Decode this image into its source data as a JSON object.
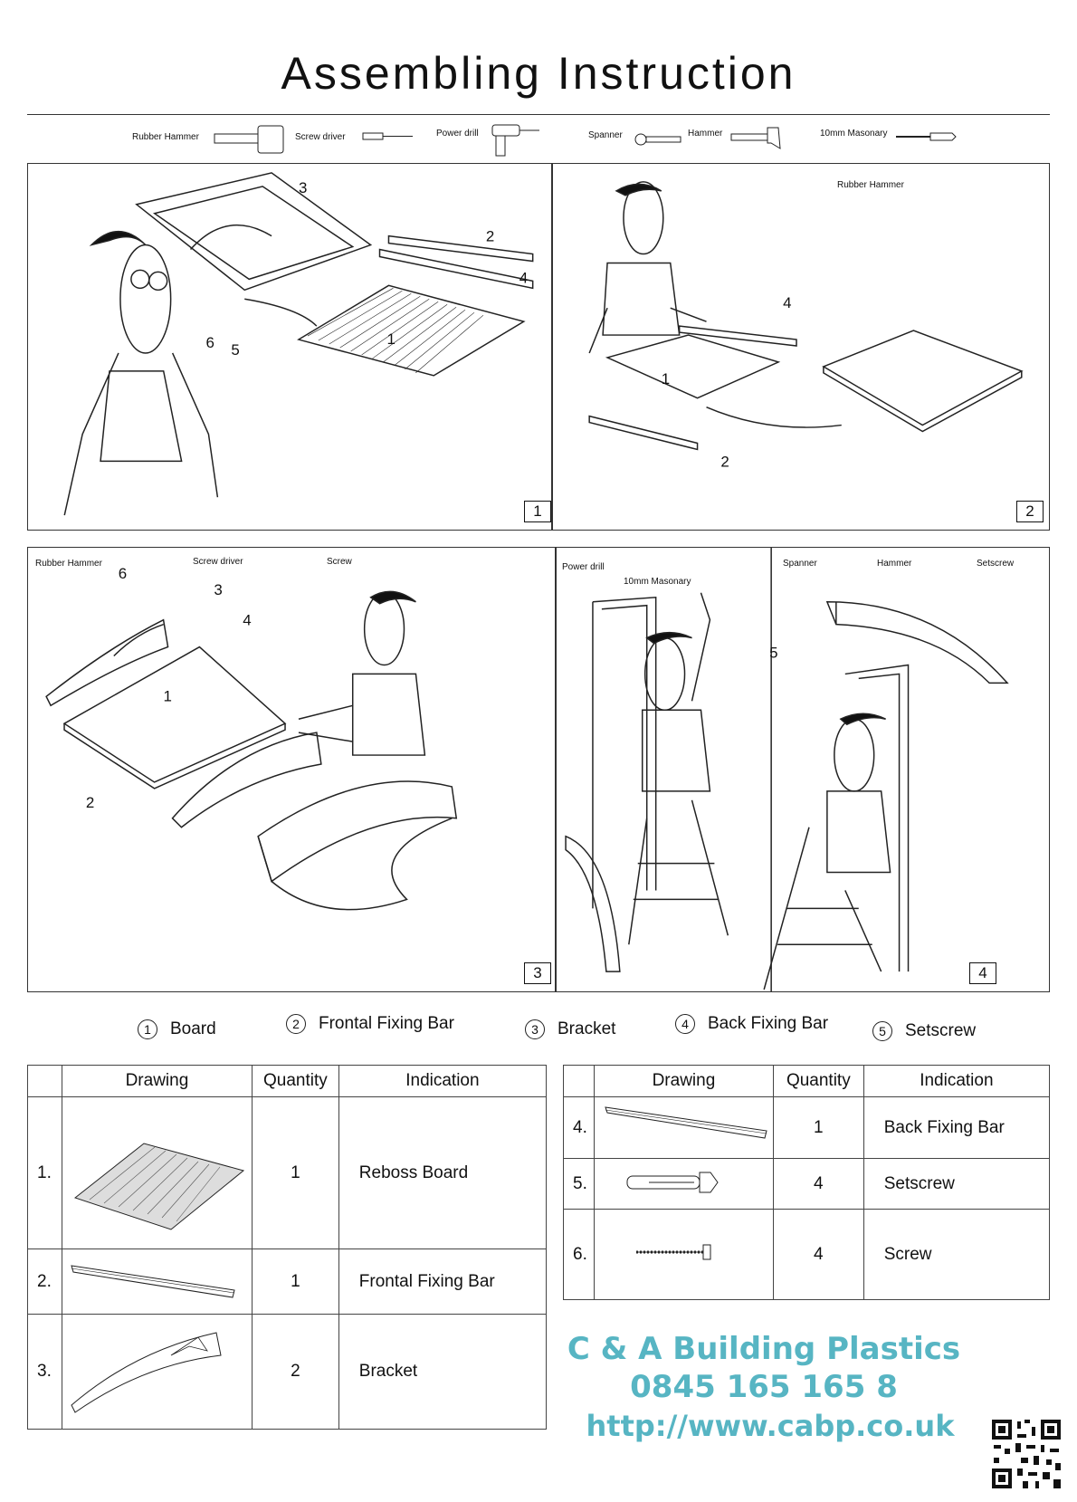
{
  "title": "Assembling Instruction",
  "tools": [
    "Rubber Hammer",
    "Screw driver",
    "Power drill",
    "Spanner",
    "Hammer",
    "10mm Masonary"
  ],
  "panels": [
    {
      "step": "1",
      "labels": [
        "3",
        "2",
        "4",
        "6",
        "5",
        "1"
      ]
    },
    {
      "step": "2",
      "tools": [
        "Rubber Hammer"
      ],
      "labels": [
        "4",
        "1",
        "2"
      ]
    },
    {
      "step": "3",
      "tools": [
        "Rubber Hammer",
        "Screw driver",
        "Screw"
      ],
      "labels": [
        "6",
        "3",
        "4",
        "1",
        "2"
      ]
    },
    {
      "step": "4",
      "tools": [
        "Power drill",
        "10mm Masonary",
        "Spanner",
        "Hammer",
        "Setscrew"
      ],
      "labels": [
        "5"
      ]
    }
  ],
  "legend": [
    {
      "num": "1",
      "label": "Board"
    },
    {
      "num": "2",
      "label": "Frontal Fixing Bar"
    },
    {
      "num": "3",
      "label": "Bracket"
    },
    {
      "num": "4",
      "label": "Back Fixing Bar"
    },
    {
      "num": "5",
      "label": "Setscrew"
    }
  ],
  "table_headers": {
    "drawing": "Drawing",
    "quantity": "Quantity",
    "indication": "Indication"
  },
  "parts_left": [
    {
      "num": "1.",
      "quantity": "1",
      "indication": "Reboss Board",
      "icon": "board-icon"
    },
    {
      "num": "2.",
      "quantity": "1",
      "indication": "Frontal Fixing Bar",
      "icon": "fixing-bar-icon"
    },
    {
      "num": "3.",
      "quantity": "2",
      "indication": "Bracket",
      "icon": "bracket-icon"
    }
  ],
  "parts_right": [
    {
      "num": "4.",
      "quantity": "1",
      "indication": "Back Fixing Bar",
      "icon": "fixing-bar-icon"
    },
    {
      "num": "5.",
      "quantity": "4",
      "indication": "Setscrew",
      "icon": "setscrew-icon"
    },
    {
      "num": "6.",
      "quantity": "4",
      "indication": "Screw",
      "icon": "screw-icon"
    }
  ],
  "branding": {
    "company": "C & A Building Plastics",
    "phone": "0845 165 165 8",
    "url": "http://www.cabp.co.uk",
    "color": "#57b5c3"
  }
}
